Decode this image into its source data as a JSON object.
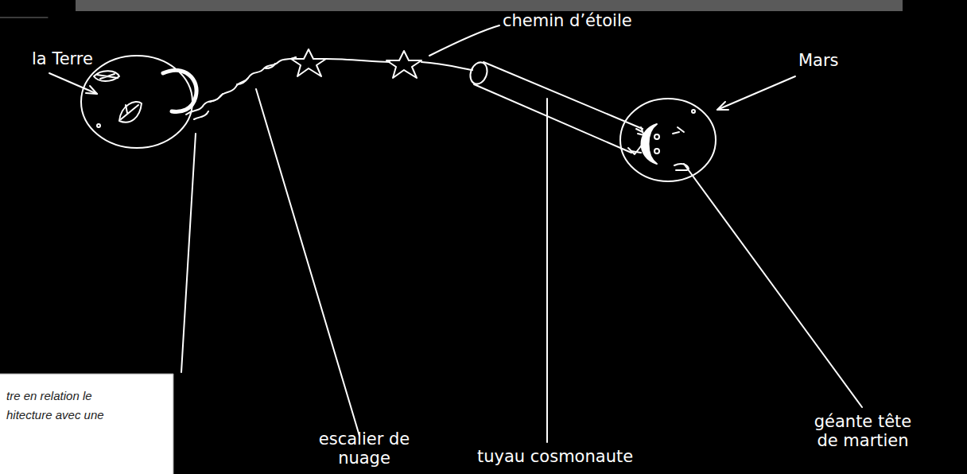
{
  "diagram": {
    "labels": [
      "la Terre",
      "chemin d’étoile",
      "Mars",
      "escalier de nuage",
      "tuyau cosmonaute",
      "géante tête de martien",
      "tre en relation le",
      "hitecture avec une"
    ]
  }
}
